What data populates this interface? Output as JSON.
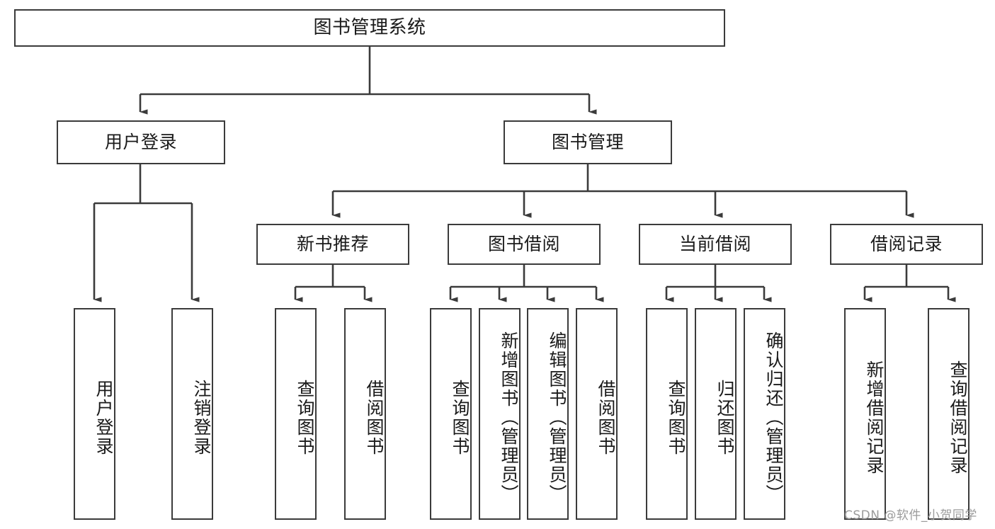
{
  "diagram": {
    "title": "图书管理系统",
    "type": "tree-hierarchy-chart",
    "root": {
      "label": "图书管理系统"
    },
    "level2": [
      {
        "label": "用户登录"
      },
      {
        "label": "图书管理"
      }
    ],
    "level3": [
      {
        "label": "新书推荐"
      },
      {
        "label": "图书借阅"
      },
      {
        "label": "当前借阅"
      },
      {
        "label": "借阅记录"
      }
    ],
    "leaves": {
      "user_login": [
        {
          "label": "用户登录"
        },
        {
          "label": "注销登录"
        }
      ],
      "new_book_recommend": [
        {
          "label": "查询图书"
        },
        {
          "label": "借阅图书"
        }
      ],
      "book_borrow": [
        {
          "label": "查询图书"
        },
        {
          "label": "新增图书（管理员）"
        },
        {
          "label": "编辑图书（管理员）"
        },
        {
          "label": "借阅图书"
        }
      ],
      "current_borrow": [
        {
          "label": "查询图书"
        },
        {
          "label": "归还图书"
        },
        {
          "label": "确认归还（管理员）"
        }
      ],
      "borrow_record": [
        {
          "label": "新增借阅记录"
        },
        {
          "label": "查询借阅记录"
        }
      ]
    }
  },
  "watermark": {
    "text": "CSDN @软件_小贺同学"
  },
  "colors": {
    "border": "#3b3b3b",
    "text": "#1a1a1a",
    "background": "#ffffff",
    "watermark": "#9b9b9b"
  }
}
